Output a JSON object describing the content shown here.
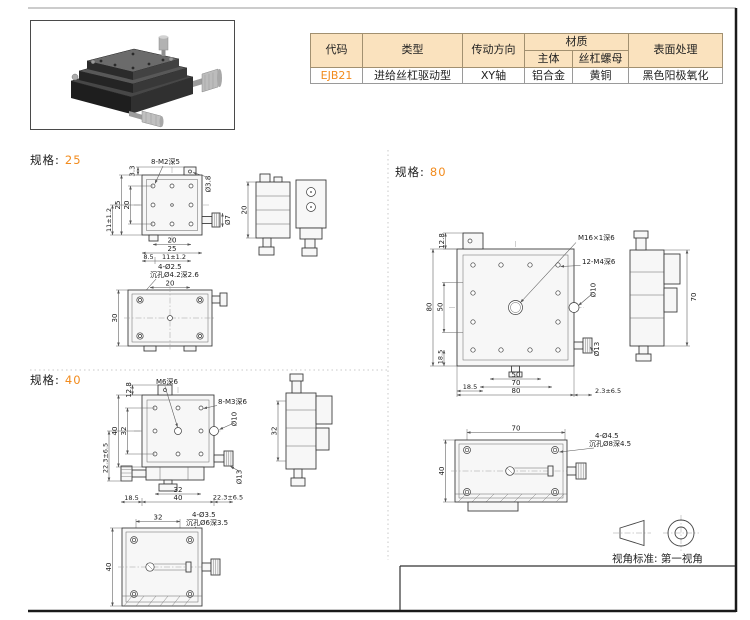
{
  "colors": {
    "accent": "#F28B1D",
    "table_header_bg": "#FAE2BE",
    "frame": "#1A1A1A"
  },
  "table": {
    "h_code": "代码",
    "h_type": "类型",
    "h_direction": "传动方向",
    "h_material": "材质",
    "h_body": "主体",
    "h_nut": "丝杠螺母",
    "h_surface": "表面处理",
    "code": "EJB21",
    "type": "进给丝杠驱动型",
    "direction": "XY轴",
    "body": "铝合金",
    "nut": "黄铜",
    "surface": "黑色阳极氧化"
  },
  "spec25": {
    "label": "规格:",
    "size": "25",
    "callout_holes": "8-M2深5",
    "d33": "3.3",
    "d38": "Ø3.8",
    "left_25": "25",
    "left_20": "20",
    "left_11": "11±1.2",
    "bot_20": "20",
    "bot_25": "25",
    "bot_85": "8.5",
    "bot_11": "11±1.2",
    "d7": "Ø7",
    "side_20": "20",
    "bv_callout1": "4-Ø2.5",
    "bv_callout2": "沉孔Ø4.2深2.6",
    "bv_20": "20",
    "bv_30": "30"
  },
  "spec40": {
    "label": "规格:",
    "size": "40",
    "t_128": "12.8",
    "callout_center": "M6深6",
    "callout_holes": "8-M3深6",
    "d10": "Ø10",
    "d13": "Ø13",
    "left_40": "40",
    "left_32": "32",
    "left_223": "22.3±6.5",
    "bot_185": "18.5",
    "bot_32": "32",
    "bot_40": "40",
    "bot_223": "22.3±6.5",
    "side_32": "32",
    "bv_callout1": "4-Ø3.5",
    "bv_callout2": "沉孔Ø6深3.5",
    "bv_32": "32",
    "bv_40": "40"
  },
  "spec80": {
    "label": "规格:",
    "size": "80",
    "t_128": "12.8",
    "callout_center": "M16×1深6",
    "callout_holes": "12-M4深6",
    "d10": "Ø10",
    "d13": "Ø13",
    "left_80": "80",
    "left_50": "50",
    "left_185": "18.5",
    "bot_185": "18.5",
    "bot_50": "50",
    "bot_70": "70",
    "bot_80": "80",
    "bot_23": "2.3±6.5",
    "side_70": "70",
    "bv_70": "70",
    "bv_callout1": "4-Ø4.5",
    "bv_callout2": "沉孔Ø8深4.5",
    "bv_40": "40"
  },
  "view_standard": {
    "text": "视角标准: 第一视角"
  }
}
